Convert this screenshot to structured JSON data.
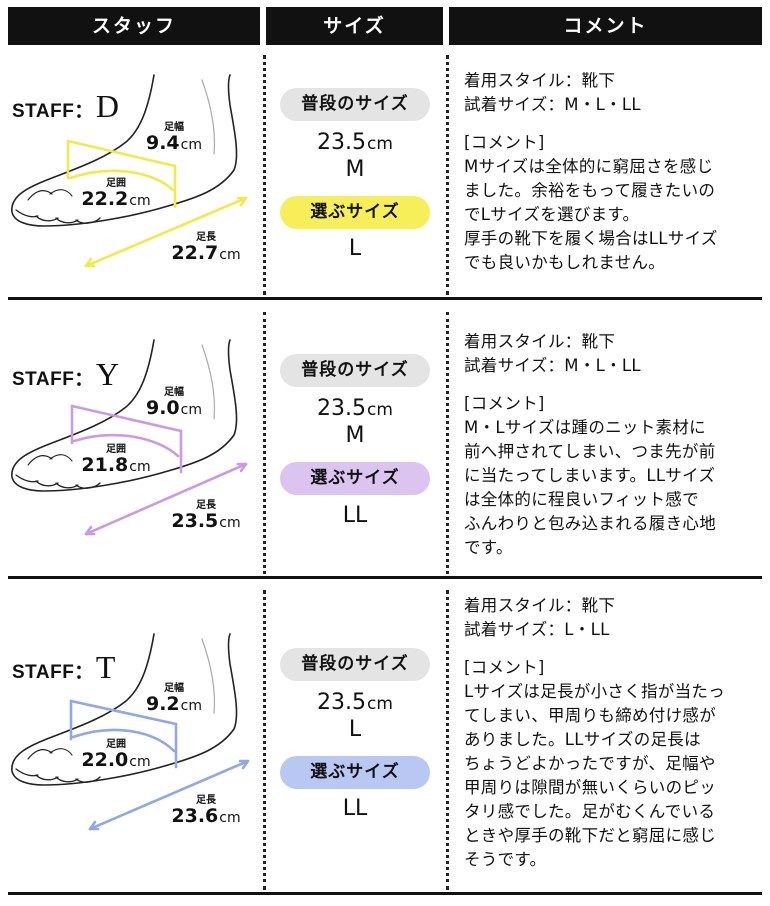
{
  "header": {
    "staff": "スタッフ",
    "size": "サイズ",
    "comment": "コメント"
  },
  "labels": {
    "foot_width": "足幅",
    "foot_girth": "足囲",
    "foot_length": "足長",
    "unit": "cm",
    "usual_size": "普段のサイズ",
    "chosen_size": "選ぶサイズ",
    "comment_heading": "[コメント]",
    "staff_prefix": "STAFF："
  },
  "rows": [
    {
      "initial": "D",
      "accent": "#f2ea48",
      "pill_color": "#f7ef5a",
      "foot_width": "9.4",
      "foot_girth": "22.2",
      "foot_length": "22.7",
      "usual_size_value": "23.5",
      "usual_size_letter": "M",
      "chosen_size": "L",
      "style": "着用スタイル：靴下",
      "tried_sizes": "試着サイズ：M・L・LL",
      "comment_lines": [
        "Mサイズは全体的に窮屈さを感じ",
        "ました。余裕をもって履きたいの",
        "でLサイズを選びます。",
        "厚手の靴下を履く場合はLLサイズ",
        "でも良いかもしれません。"
      ]
    },
    {
      "initial": "Y",
      "accent": "#c99ae6",
      "pill_color": "#dcc4f0",
      "foot_width": "9.0",
      "foot_girth": "21.8",
      "foot_length": "23.5",
      "usual_size_value": "23.5",
      "usual_size_letter": "M",
      "chosen_size": "LL",
      "style": "着用スタイル：靴下",
      "tried_sizes": "試着サイズ：M・L・LL",
      "comment_lines": [
        "M・Lサイズは踵のニット素材に",
        "前へ押されてしまい、つま先が前",
        "に当たってしまいます。LLサイズ",
        "は全体的に程良いフィット感で",
        "ふんわりと包み込まれる履き心地",
        "です。"
      ]
    },
    {
      "initial": "T",
      "accent": "#8fa8e6",
      "pill_color": "#b9c8f2",
      "foot_width": "9.2",
      "foot_girth": "22.0",
      "foot_length": "23.6",
      "usual_size_value": "23.5",
      "usual_size_letter": "L",
      "chosen_size": "LL",
      "style": "着用スタイル：靴下",
      "tried_sizes": "試着サイズ：L・LL",
      "comment_lines": [
        "Lサイズは足長が小さく指が当たっ",
        "てしまい、甲周りも締め付け感が",
        "ありました。LLサイズの足長は",
        "ちょうどよかったですが、足幅や",
        "甲周りは隙間が無いくらいのピッ",
        "タリ感でした。足がむくんでいる",
        "ときや厚手の靴下だと窮屈に感じ",
        "そうです。"
      ]
    }
  ]
}
